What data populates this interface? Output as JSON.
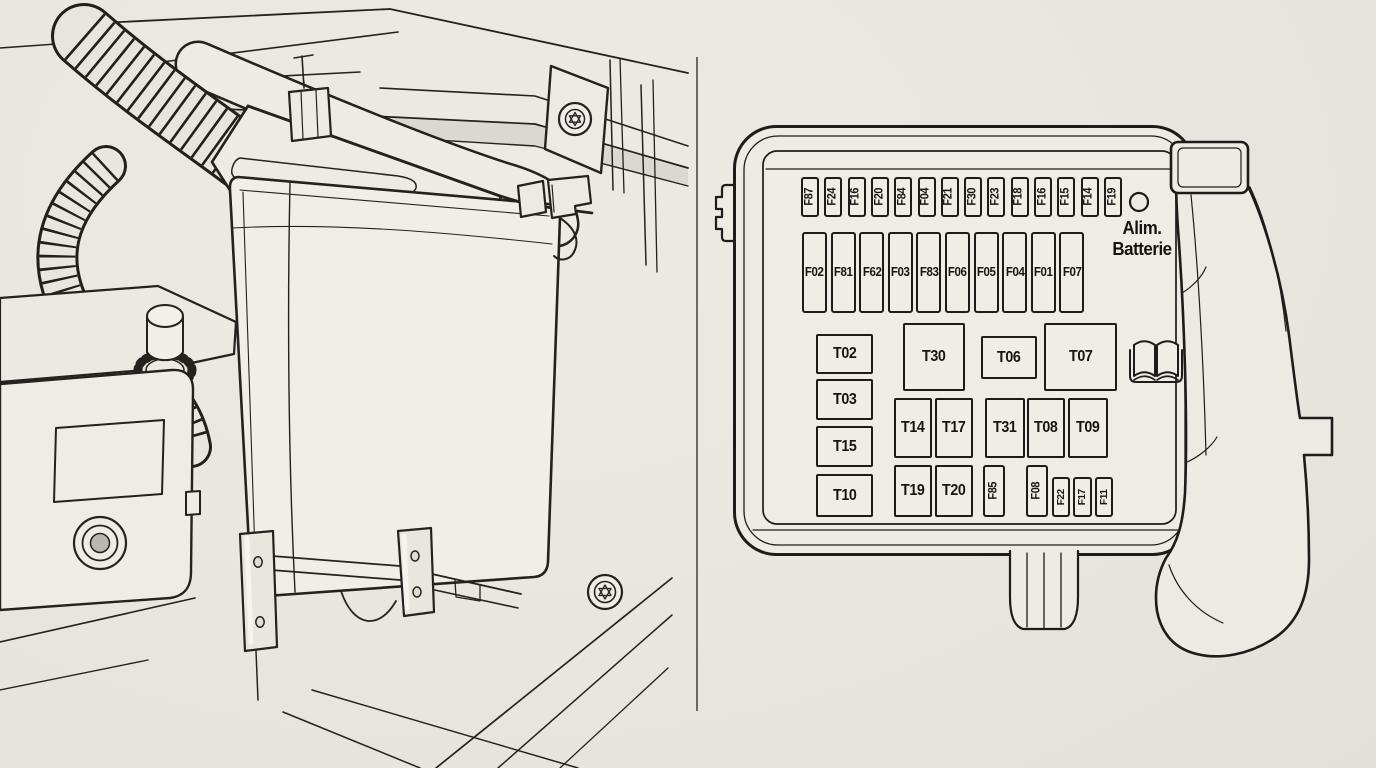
{
  "colors": {
    "background": "#e9e6df",
    "line": "#24221e",
    "panel_fill": "#eeebe4",
    "cell_fill": "#f0ede6",
    "shade": "#d4d1c9"
  },
  "icons": {
    "manual_reference": "open-book-icon",
    "battery_feed_indicator": "circle-indicator",
    "screws": "torx-screw-icon"
  },
  "fusebox": {
    "alim_batterie": {
      "line1": "Alim.",
      "line2": "Batterie"
    },
    "top_row": [
      "F87",
      "F24",
      "F16",
      "F20",
      "F84",
      "F04",
      "F21",
      "F30",
      "F23",
      "F18",
      "F16",
      "F15",
      "F14",
      "F19"
    ],
    "mid_row": [
      "F02",
      "F81",
      "F62",
      "F03",
      "F83",
      "F06",
      "F05",
      "F04",
      "F01",
      "F07"
    ],
    "relays_left": [
      "T02",
      "T03",
      "T15",
      "T10"
    ],
    "relays_top": [
      "T30",
      "T06",
      "T07"
    ],
    "relays_mid": [
      "T14",
      "T17",
      "T31",
      "T08",
      "T09"
    ],
    "relays_bottom": [
      "T19",
      "T20"
    ],
    "fuses_bottom_tall": [
      "F85",
      "F08"
    ],
    "fuses_bottom_small": [
      "F22",
      "F17",
      "F11"
    ]
  }
}
